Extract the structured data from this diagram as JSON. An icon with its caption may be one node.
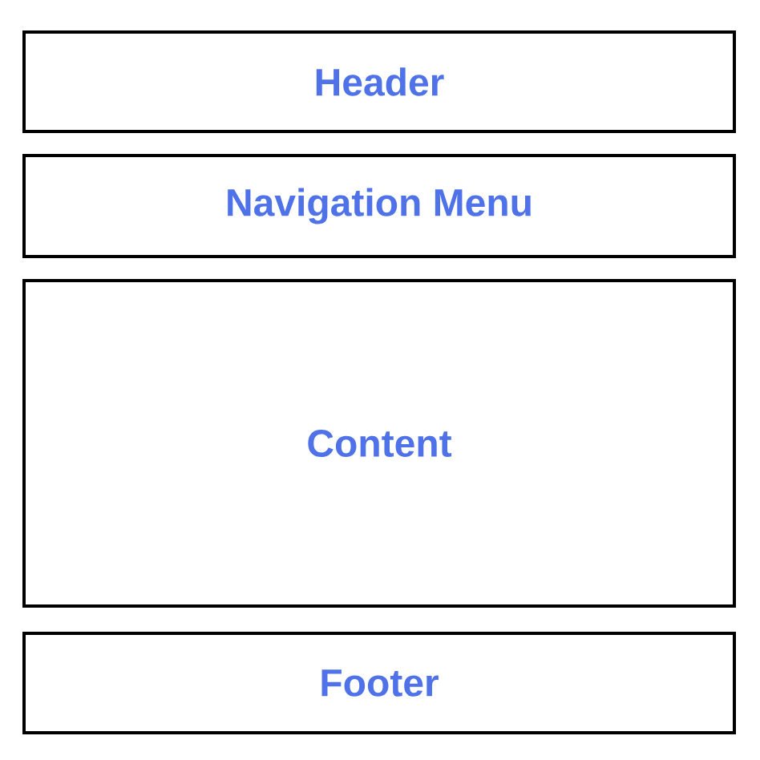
{
  "diagram": {
    "nodes": [
      {
        "text": [
          "Header"
        ]
      },
      {
        "text": [
          "Navigation Menu"
        ]
      },
      {
        "text": [
          "Content"
        ]
      },
      {
        "text": [
          "Footer"
        ]
      }
    ]
  }
}
